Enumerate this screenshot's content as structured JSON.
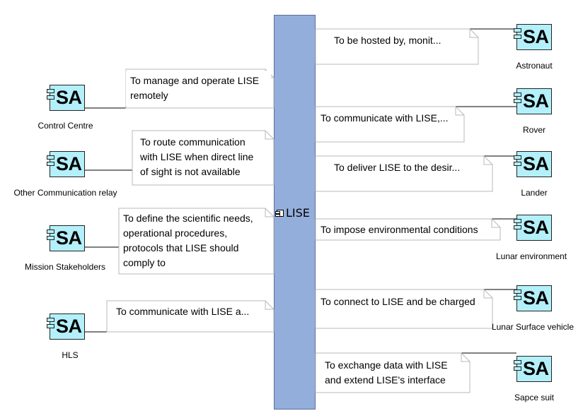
{
  "system": {
    "name": "LISE",
    "icon": "component-icon"
  },
  "stereotype": "SA",
  "actors_left": [
    {
      "name": "Control Centre",
      "need": "To manage and operate LISE\nremotely"
    },
    {
      "name": "Other Communication relay",
      "need": "To route communication\nwith LISE when direct line\nof sight is not available"
    },
    {
      "name": "Mission Stakeholders",
      "need": "To define the scientific needs,\noperational procedures,\nprotocols that LISE should\ncomply to"
    },
    {
      "name": "HLS",
      "need": "To communicate with LISE a..."
    }
  ],
  "actors_right": [
    {
      "name": "Astronaut",
      "need": "To be hosted by, monit..."
    },
    {
      "name": "Rover",
      "need": "To communicate with LISE,..."
    },
    {
      "name": "Lander",
      "need": "To deliver LISE to the desir..."
    },
    {
      "name": "Lunar environment",
      "need": "To impose environmental conditions"
    },
    {
      "name": "Lunar Surface vehicle",
      "need": "To connect to LISE and be charged"
    },
    {
      "name": "Sapce suit",
      "need": "To exchange data with LISE\nand extend LISE's interface"
    }
  ],
  "colors": {
    "actor_fill": "#b3f0fa",
    "system_fill": "#94aedc",
    "note_border": "#b9b9b9"
  }
}
